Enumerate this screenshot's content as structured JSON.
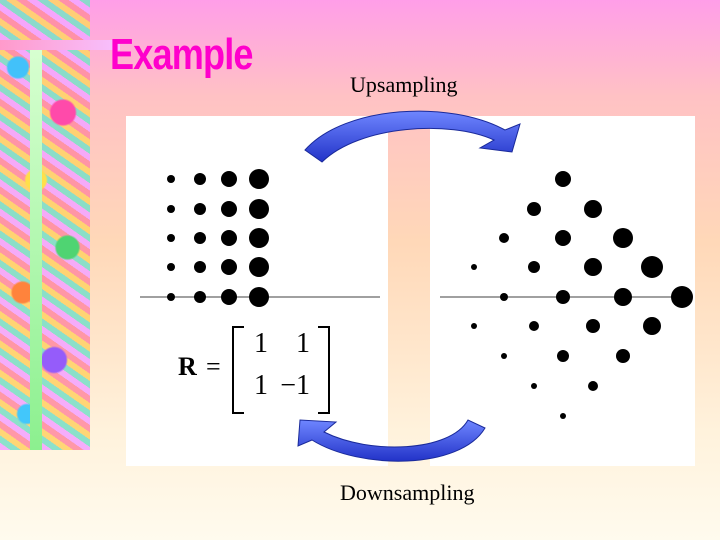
{
  "slide": {
    "title": "Example",
    "up_label": "Upsampling",
    "down_label": "Downsampling"
  },
  "matrix": {
    "var": "R",
    "eq": "=",
    "rows": [
      [
        "1",
        "1"
      ],
      [
        "1",
        "−1"
      ]
    ]
  },
  "colors": {
    "title": "#ff00cc",
    "arrow": "#3a55e6",
    "panel": "#ffffff",
    "dot": "#000000"
  }
}
